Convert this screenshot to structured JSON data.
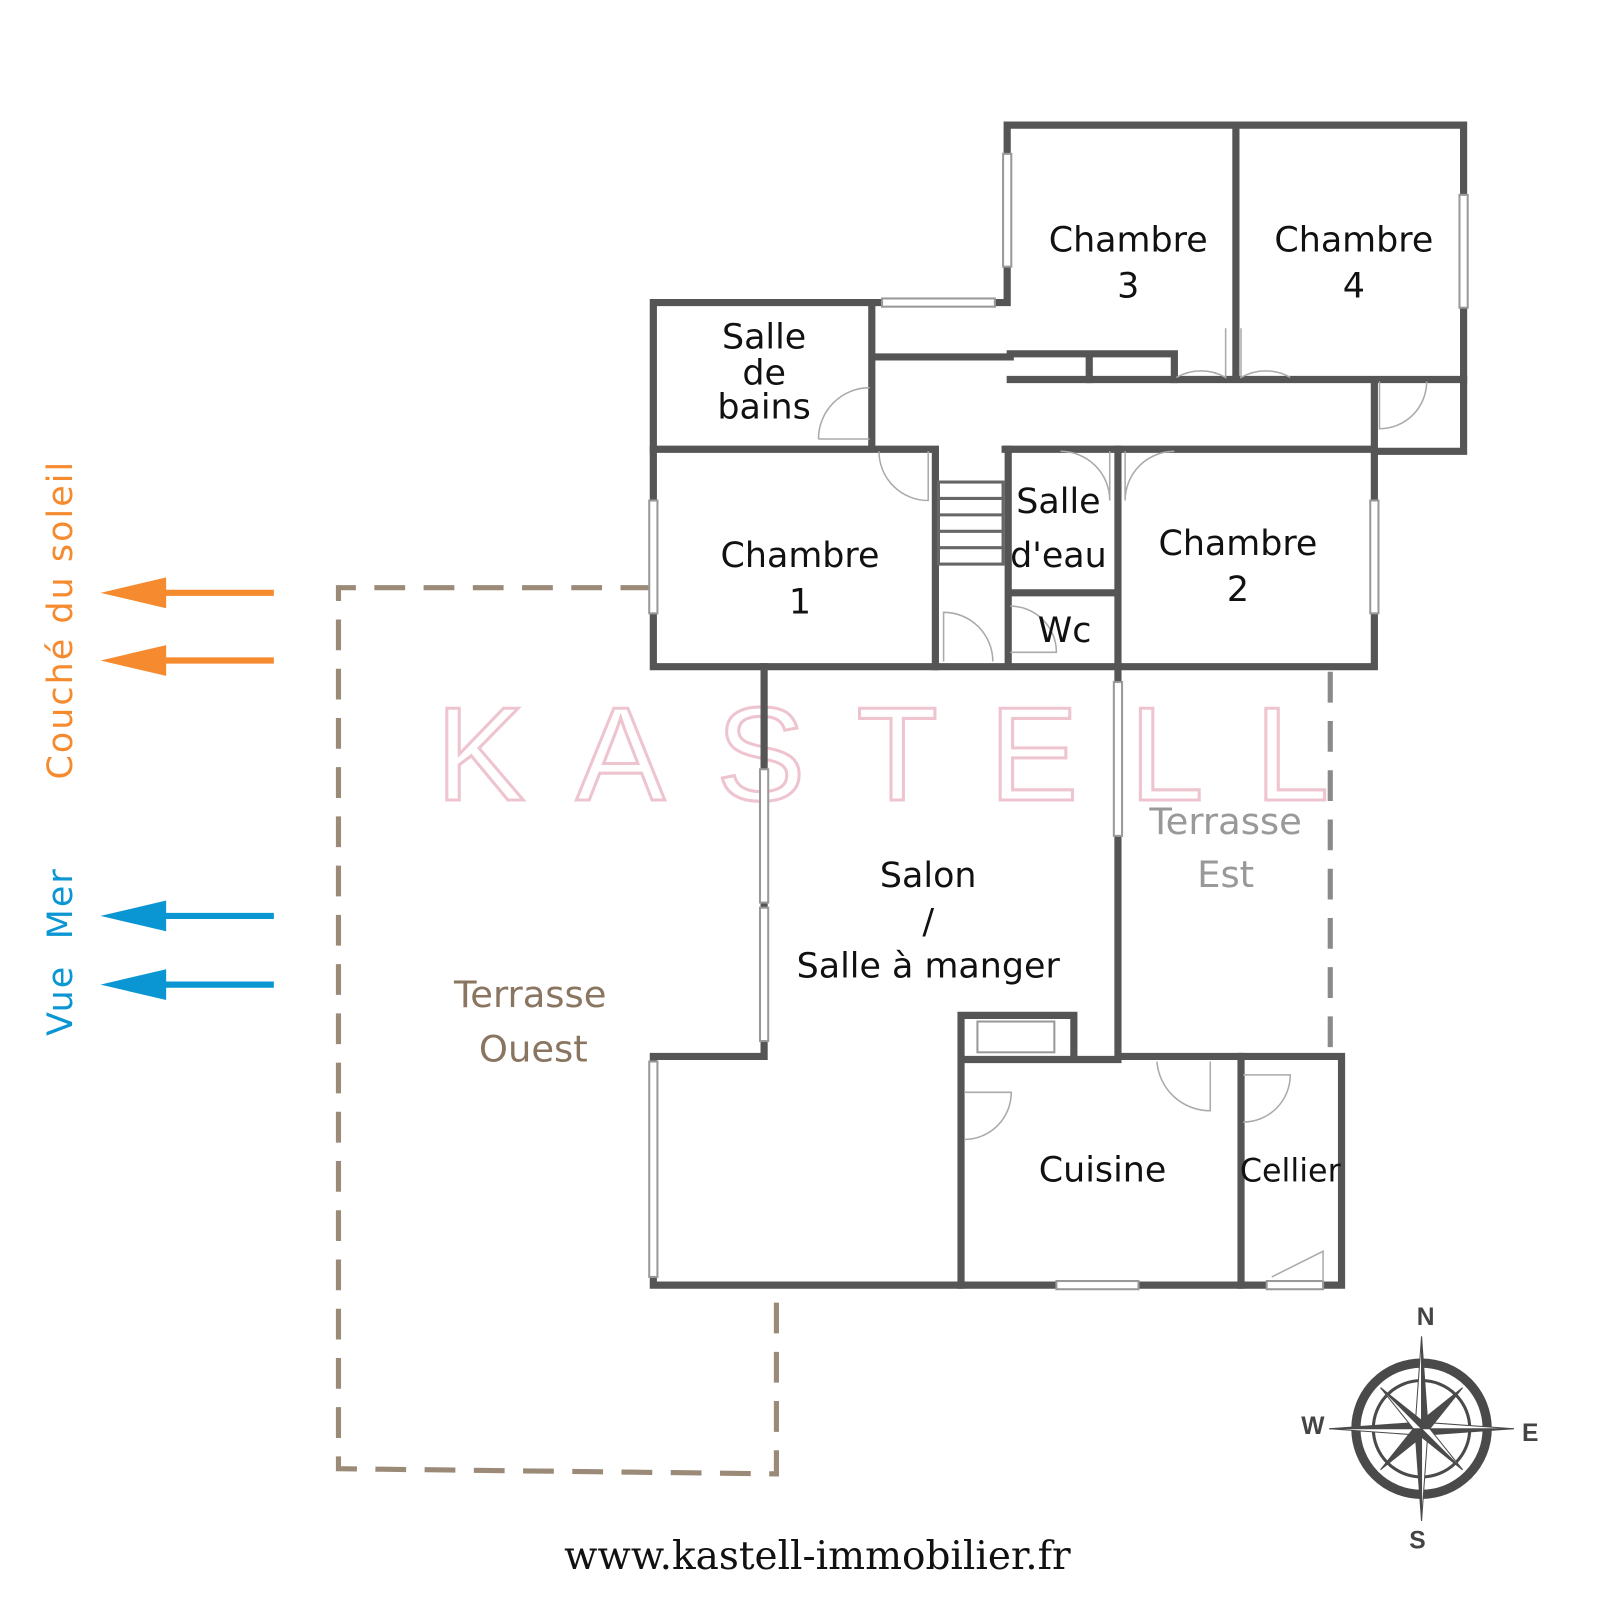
{
  "rooms": {
    "chambre_3": [
      "Chambre",
      "3"
    ],
    "chambre_4": [
      "Chambre",
      "4"
    ],
    "salle_de_bains": [
      "Salle",
      "de",
      "bains"
    ],
    "chambre_1": [
      "Chambre",
      "1"
    ],
    "salle_deau": [
      "Salle",
      "d'eau"
    ],
    "chambre_2": [
      "Chambre",
      "2"
    ],
    "wc": "Wc",
    "salon": [
      "Salon",
      "/",
      "Salle à manger"
    ],
    "cuisine": "Cuisine",
    "cellier": "Cellier"
  },
  "terraces": {
    "ouest": [
      "Terrasse",
      "Ouest"
    ],
    "est": [
      "Terrasse",
      "Est"
    ]
  },
  "orientation": {
    "sunset_label": "Couché du soleil",
    "sea_view_label": "Vue Mer",
    "compass": {
      "n": "N",
      "s": "S",
      "e": "E",
      "w": "W"
    }
  },
  "watermark": "KASTELL",
  "footer_url": "www.kastell-immobilier.fr",
  "colors": {
    "wall": "#555555",
    "sunset": "#f58a2e",
    "sea": "#0a96d2",
    "terrasse_ouest": "#9b8a78",
    "terrasse_est": "#8a8a8a",
    "watermark": "#eec4cf"
  }
}
